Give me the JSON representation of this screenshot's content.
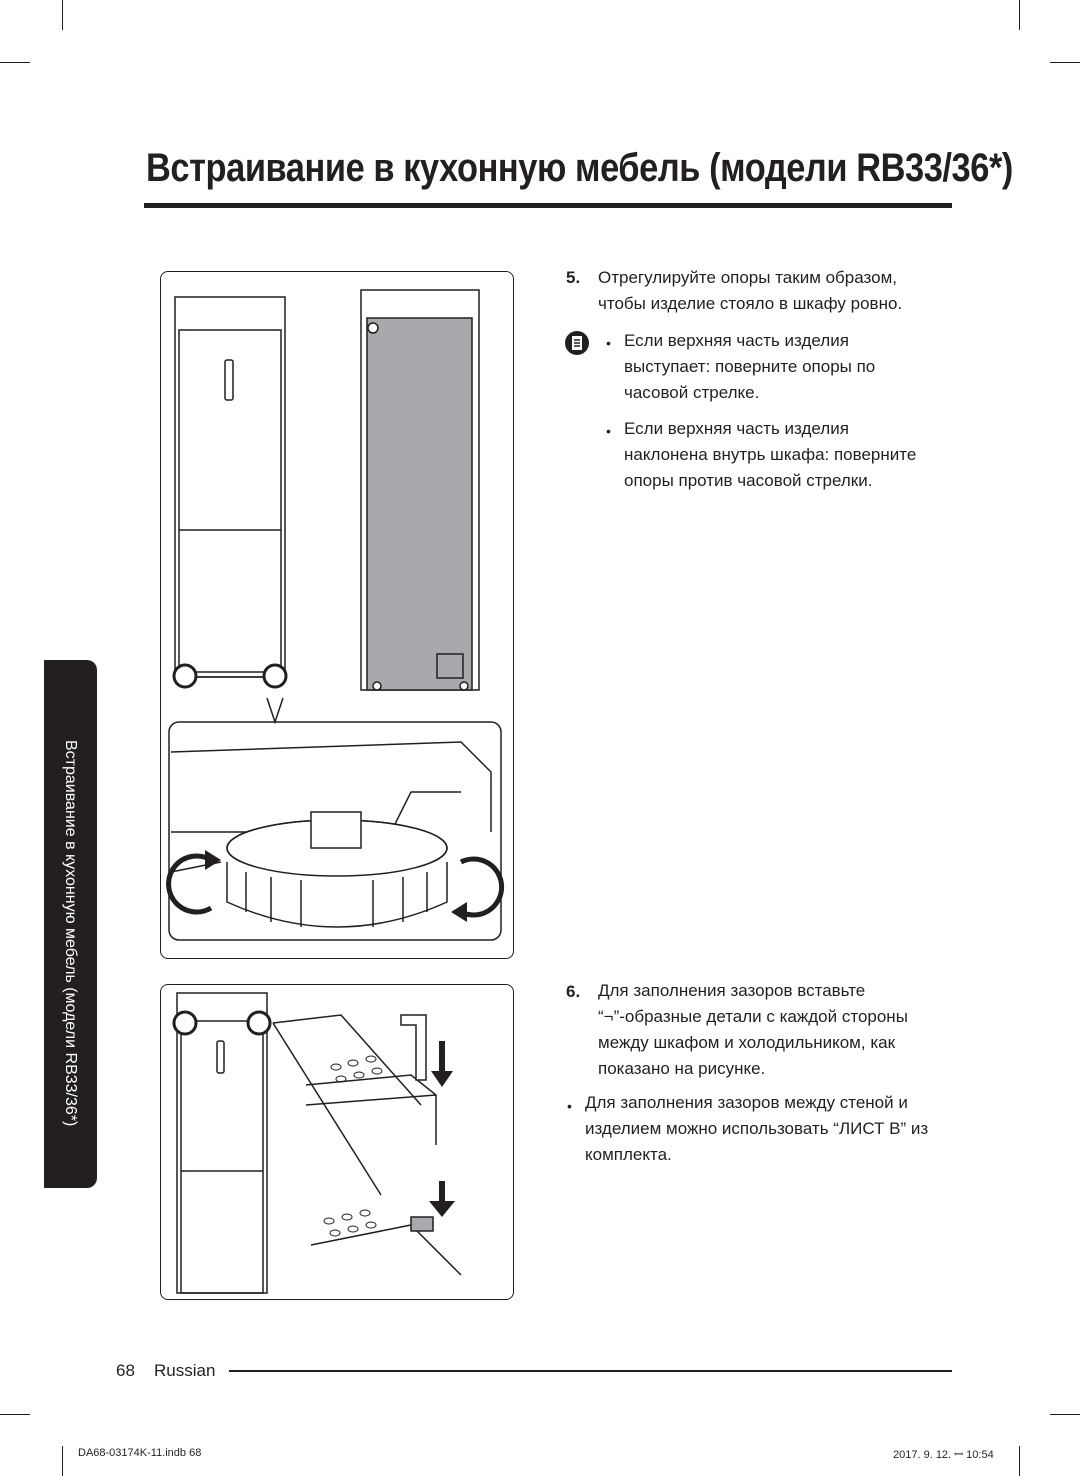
{
  "page": {
    "title": "Встраивание в кухонную мебель (модели RB33/36*)",
    "side_tab": "Встраивание в кухонную мебель (модели RB33/36*)",
    "footer": {
      "page_number": "68",
      "language": "Russian"
    },
    "slug": {
      "file": "DA68-03174K-11.indb   68",
      "date": "2017. 9. 12.   ꟷ 10:54"
    }
  },
  "steps": [
    {
      "number": "5.",
      "lines": [
        "Отрегулируйте опоры таким образом,",
        "чтобы изделие стояло в шкафу ровно."
      ],
      "note_bullets": [
        [
          "Если верхняя часть изделия",
          "выступает: поверните опоры по",
          "часовой стрелке."
        ],
        [
          "Если верхняя часть изделия",
          "наклонена внутрь шкафа: поверните",
          "опоры против часовой стрелки."
        ]
      ]
    },
    {
      "number": "6.",
      "lines": [
        "Для заполнения зазоров вставьте",
        "“¬”-образные детали с каждой стороны",
        "между шкафом и холодильником, как",
        "показано на рисунке."
      ],
      "bullets": [
        [
          "Для заполнения зазоров между стеной и",
          "изделием можно использовать “ЛИСТ В” из",
          "комплекта."
        ]
      ]
    }
  ],
  "icons": {
    "note": "note-icon",
    "bullet": "bullet-dot",
    "rotate_left": "rotate-counterclockwise-arrow-icon",
    "rotate_right": "rotate-clockwise-arrow-icon",
    "down_arrow": "down-arrow-icon"
  },
  "colors": {
    "ink": "#231f20",
    "panel_fill": "#a7a9ac"
  }
}
